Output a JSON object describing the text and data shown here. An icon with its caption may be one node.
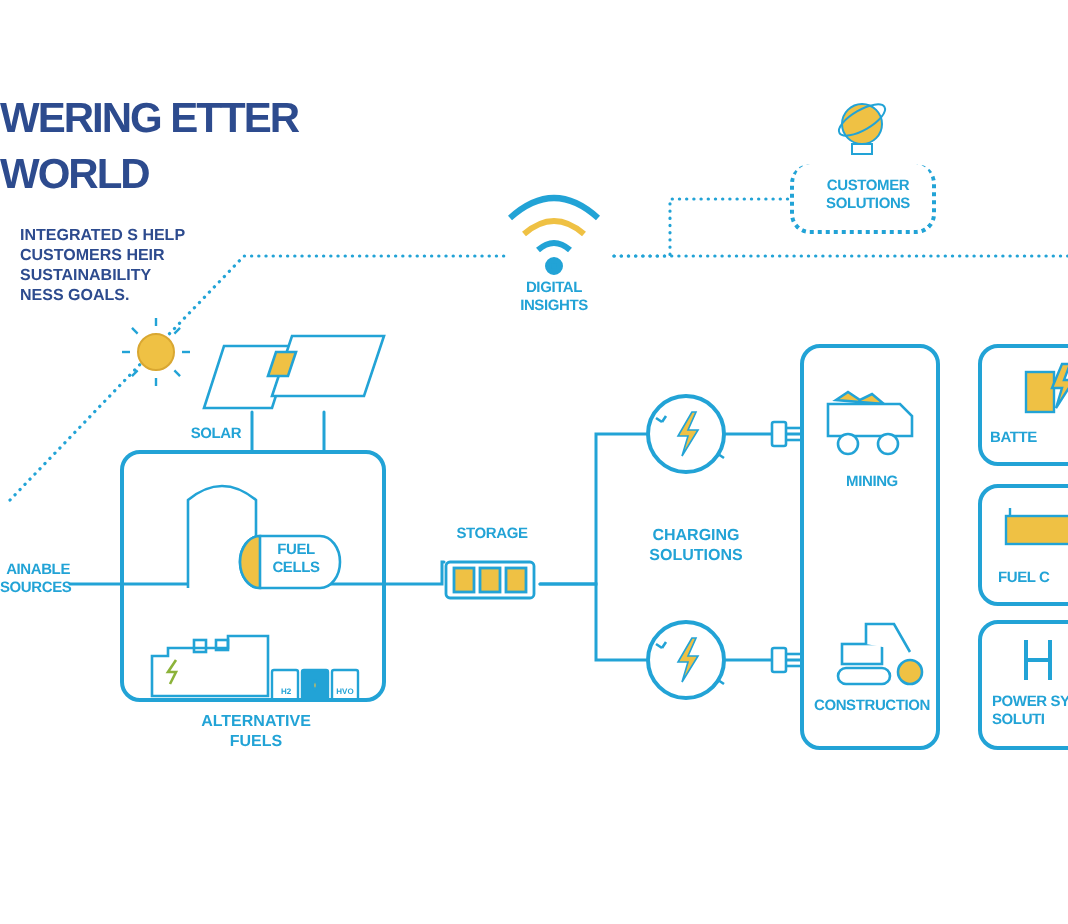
{
  "diagram": {
    "title": "WERING ETTER WORLD",
    "nodes": [
      {
        "text": [
          "SOLAR"
        ]
      },
      {
        "text": [
          "AINABLE SOURCES"
        ]
      },
      {
        "text": [],
        "shape": "box"
      },
      {
        "text": [
          "FUEL CELLS"
        ],
        "in": 2
      },
      {
        "text": [
          "STORAGE"
        ]
      },
      {
        "text": [],
        "shape": "circle"
      },
      {
        "text": [],
        "shape": "circle"
      },
      {
        "text": [],
        "shape": "box"
      },
      {
        "text": [
          "MINING"
        ],
        "in": 7
      },
      {
        "text": [
          "CONSTRUCTION"
        ],
        "in": 7
      },
      {
        "text": [
          "BATTE"
        ]
      },
      {
        "text": [
          "FUEL C"
        ]
      },
      {
        "text": [
          "POWER SY SOLUTI"
        ]
      },
      {
        "text": [
          "DIGITAL INSIGHTS"
        ]
      },
      {
        "text": [
          "CUSTOMER SOLUTIONS"
        ]
      }
    ],
    "edges": [
      {
        "from": 1,
        "to": 2,
        "arrow": "none"
      },
      {
        "from": 2,
        "to": 4,
        "arrow": "none"
      },
      {
        "from": 0,
        "to": 2,
        "arrow": "none"
      },
      {
        "from": 0,
        "to": 2,
        "arrow": "none"
      },
      {
        "from": 4,
        "to": 5,
        "arrow": "none"
      },
      {
        "from": 4,
        "to": 6,
        "arrow": "none"
      },
      {
        "from": 5,
        "to": 7,
        "arrow": "none"
      },
      {
        "from": 6,
        "to": 7,
        "arrow": "none"
      },
      {
        "from": null,
        "to": 13,
        "arrow": "none",
        "style": "dashed"
      },
      {
        "from": 13,
        "to": 14,
        "arrow": "none",
        "style": "dashed"
      },
      {
        "from": 13,
        "to": null,
        "arrow": "none",
        "style": "dashed"
      }
    ],
    "labels": [
      "INTEGRATED S HELP CUSTOMERS HEIR SUSTAINABILITY NESS GOALS.",
      "H2",
      "HVO",
      "ALTERNATIVE FUELS",
      "CHARGING SOLUTIONS"
    ]
  }
}
